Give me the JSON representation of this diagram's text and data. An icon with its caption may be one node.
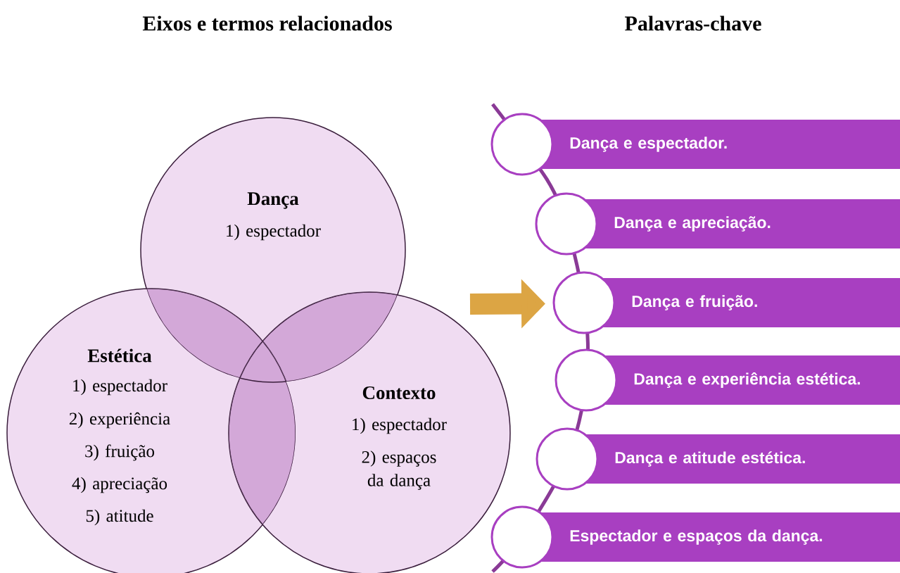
{
  "diagram": {
    "nodes": [
      {
        "text": [
          "Dança",
          "1) espectador"
        ]
      },
      {
        "text": [
          "Estética",
          "1) espectador",
          "2) experiência",
          "3) fruição",
          "4) apreciação",
          "5) atitude"
        ]
      },
      {
        "text": [
          "Contexto",
          "1) espectador",
          "2) espaços da dança"
        ]
      },
      {
        "text": [
          "Dança e espectador."
        ]
      },
      {
        "text": [
          "Dança e apreciação."
        ]
      },
      {
        "text": [
          "Dança e fruição."
        ]
      },
      {
        "text": [
          "Dança e experiência estética."
        ]
      },
      {
        "text": [
          "Dança e atitude estética."
        ]
      },
      {
        "text": [
          "Espectador e espaços da dança."
        ]
      }
    ],
    "edges": [
      {
        "from": null,
        "to": 5,
        "arrow": "to"
      }
    ],
    "labels": [
      "Eixos e termos relacionados",
      "Palavras-chave"
    ]
  }
}
